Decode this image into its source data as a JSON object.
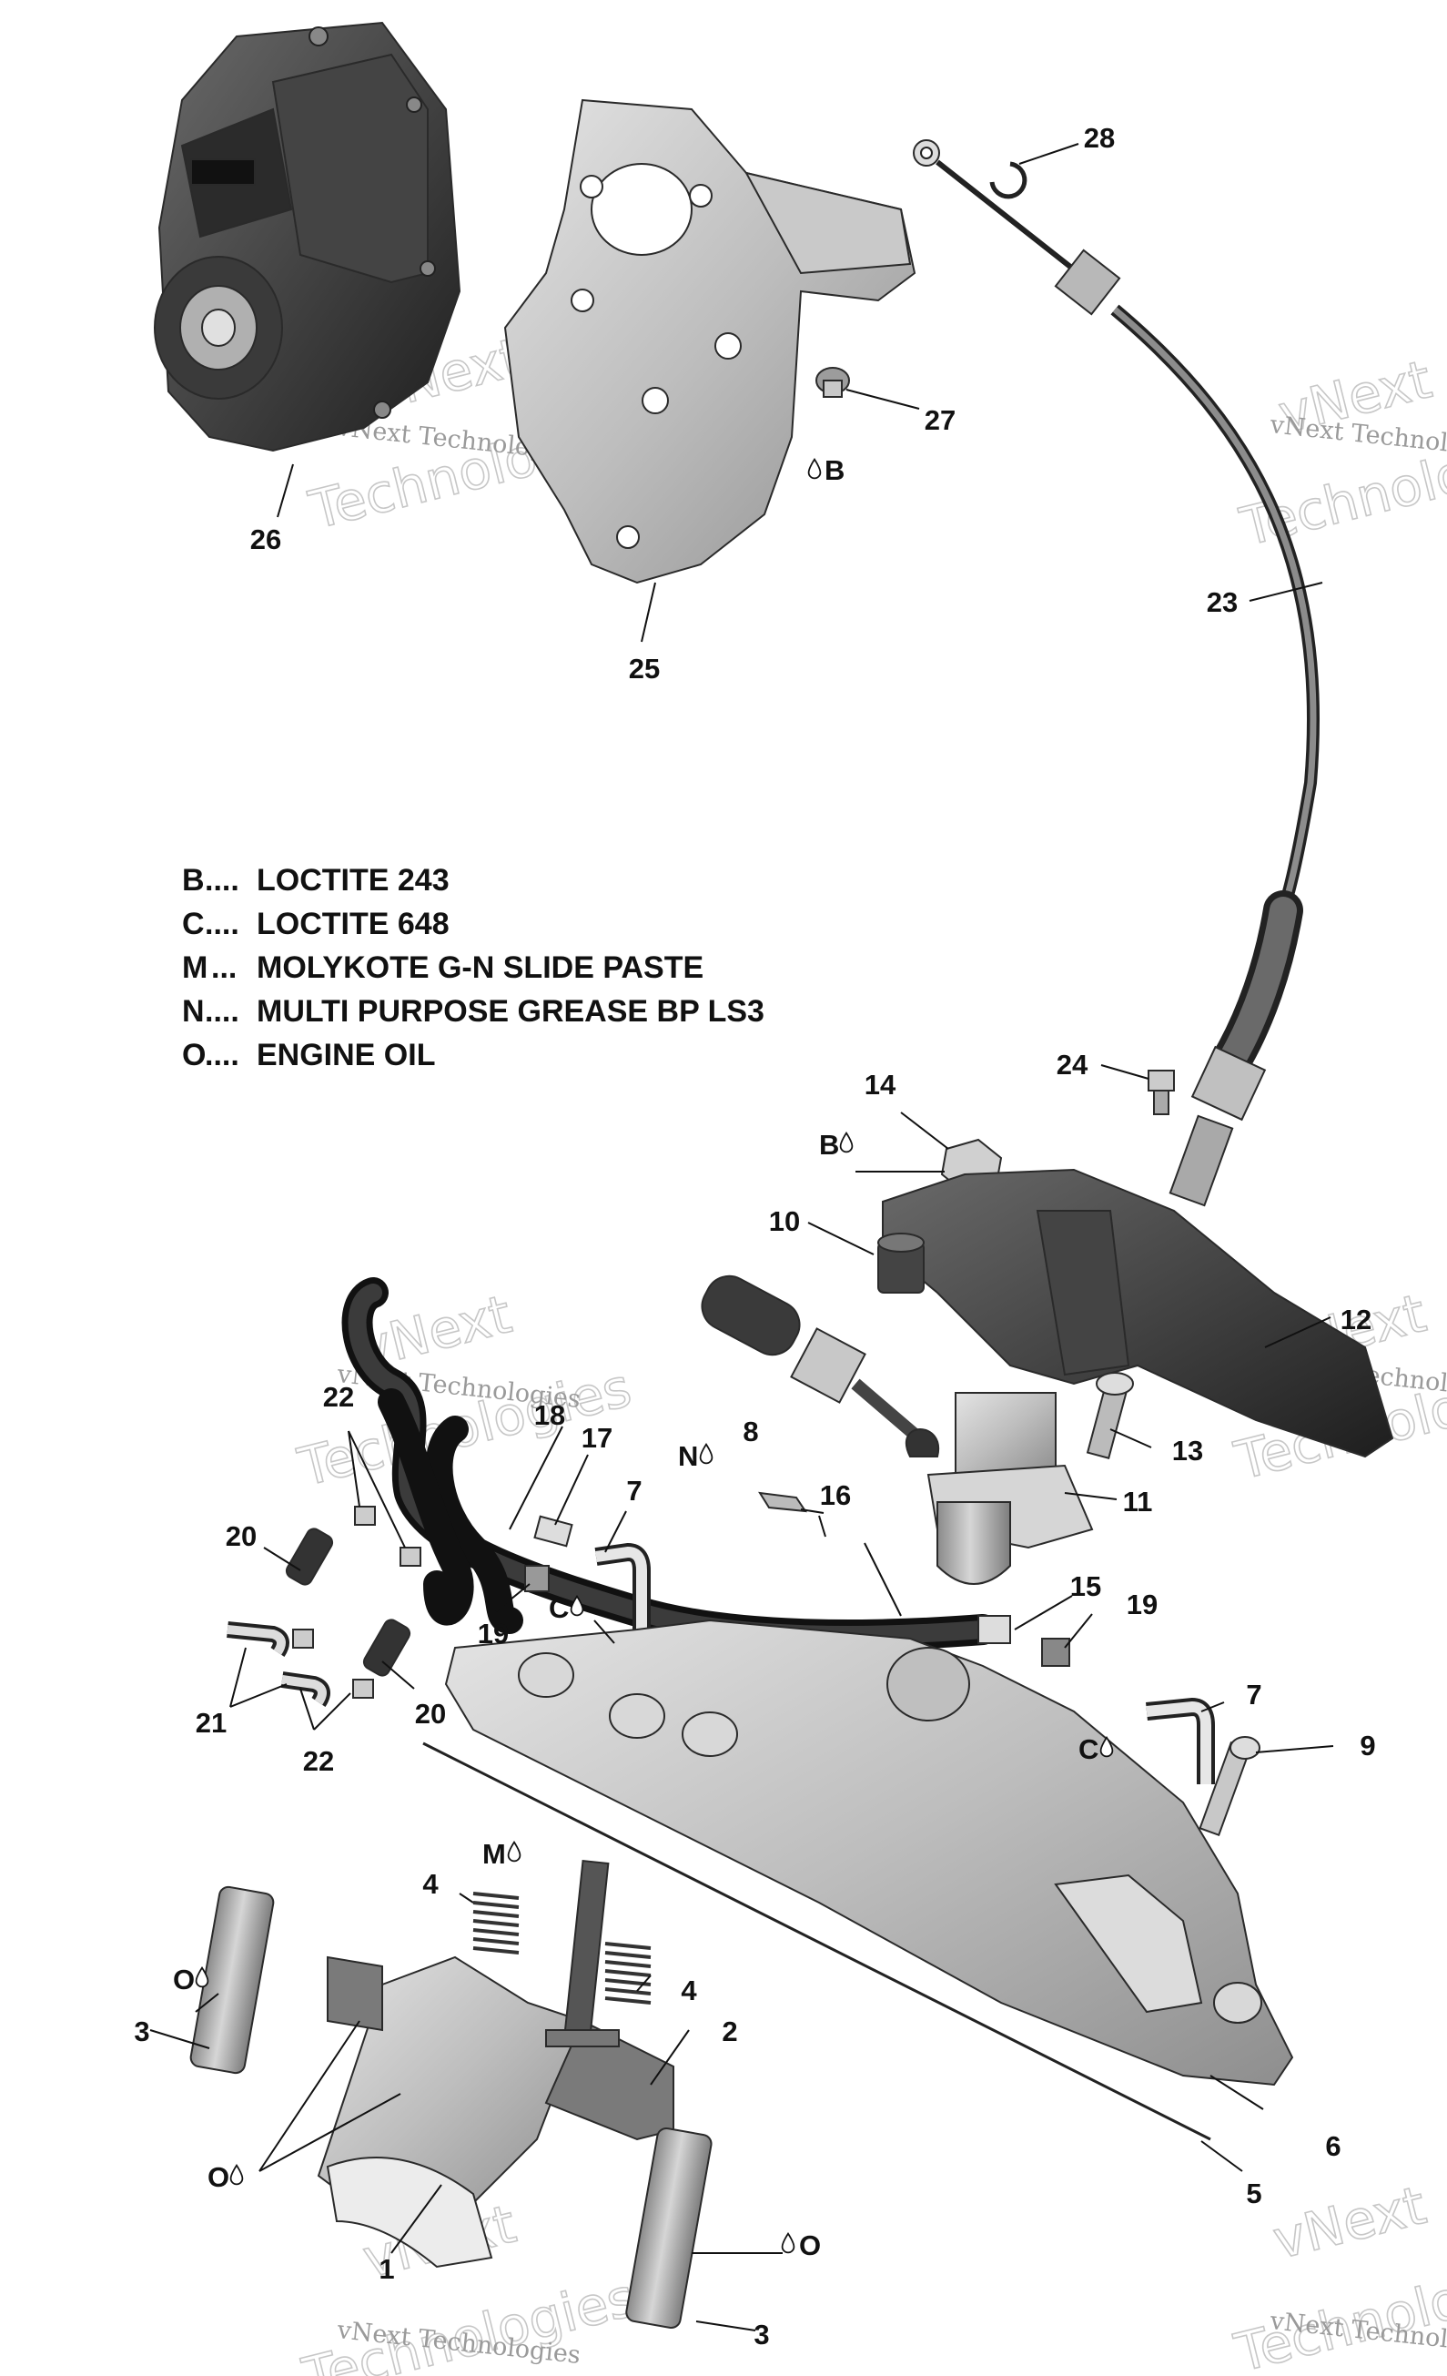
{
  "legend": [
    {
      "code": "B",
      "sep": "....",
      "text": "LOCTITE 243"
    },
    {
      "code": "C",
      "sep": "....",
      "text": "LOCTITE 648"
    },
    {
      "code": "M",
      "sep": "...",
      "text": "MOLYKOTE G-N SLIDE PASTE"
    },
    {
      "code": "N",
      "sep": "....",
      "text": "MULTI PURPOSE GREASE BP LS3"
    },
    {
      "code": "O",
      "sep": "....",
      "text": "ENGINE OIL"
    }
  ],
  "callouts": {
    "c1": "1",
    "c2": "2",
    "c3a": "3",
    "c3b": "3",
    "c4a": "4",
    "c4b": "4",
    "c5": "5",
    "c6": "6",
    "c7a": "7",
    "c7b": "7",
    "c8": "8",
    "c9": "9",
    "c10": "10",
    "c11": "11",
    "c12": "12",
    "c13": "13",
    "c14": "14",
    "c15": "15",
    "c16": "16",
    "c17": "17",
    "c18": "18",
    "c19a": "19",
    "c19b": "19",
    "c20a": "20",
    "c20b": "20",
    "c21": "21",
    "c22a": "22",
    "c22b": "22",
    "c23": "23",
    "c24": "24",
    "c25": "25",
    "c26": "26",
    "c27": "27",
    "c28": "28"
  },
  "product_markers": {
    "m_b27": "B",
    "m_b14": "B",
    "m_n8": "N",
    "m_c7": "C",
    "m_c7b": "C",
    "m_m": "M",
    "m_o3": "O",
    "m_o2": "O",
    "m_o3b": "O"
  },
  "watermark": {
    "brand_top": "vNext",
    "brand_bottom": "Technologies",
    "line": "vNext Technologies"
  }
}
